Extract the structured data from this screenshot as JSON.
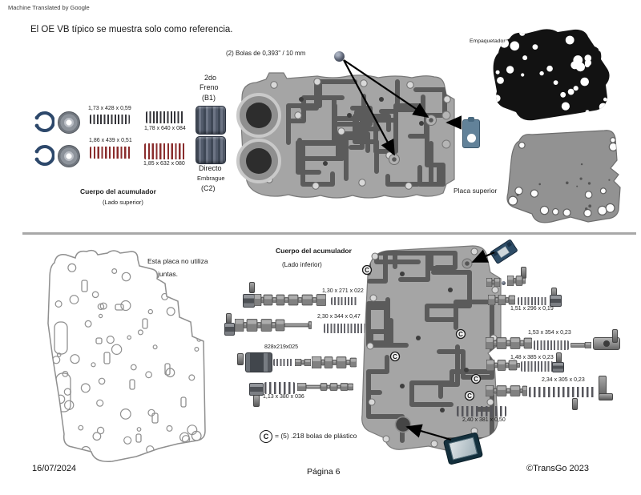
{
  "page": {
    "watermark": "Machine Translated by Google",
    "intro": "El OE VB típico se muestra solo como referencia.",
    "date": "16/07/2024",
    "page_number": "Página 6",
    "copyright": "©TransGo 2023"
  },
  "colors": {
    "spring_dark": "#35353a",
    "spring_red": "#8a2c2c",
    "snap_ring_blue": "#2d486b",
    "gasket_black": "#121212",
    "metal_gray": "#a5a5a5"
  },
  "top": {
    "spring1_label": "1,73 x 428 x 0,59",
    "spring2_label": "1,78 x 640 x 084",
    "spring3_label": "1,86 x 439 x 0,51",
    "spring4_label": "1,85 x 632 x 080",
    "accumulator_title": "Cuerpo del acumulador",
    "accumulator_sub": "(Lado superior)",
    "b1_line1": "2do",
    "b1_line2": "Freno",
    "b1_line3": "(B1)",
    "c2_line1": "Directo",
    "c2_line2": "Embrague",
    "c2_line3": "(C2)",
    "balls_note": "(2) Bolas de 0,393\" / 10 mm",
    "gasket_label": "Empaquetadora",
    "plate_label": "Placa superior"
  },
  "bottom": {
    "plate_note_line1": "Esta placa no utiliza",
    "plate_note_line2": "juntas.",
    "accumulator_title": "Cuerpo del acumulador",
    "accumulator_sub": "(Lado inferior)",
    "spec_130": "1,30 x 271 x 022",
    "spec_230": "2,30 x 344 x 0,47",
    "spec_828": "828x219x025",
    "spec_113": "1,13 x 380 x 036",
    "spec_151": "1,51 x 296 x 0,19",
    "spec_153": "1,53 x 354 x 0,23",
    "spec_148": "1,48 x 385 x 0,23",
    "spec_234": "2,34 x 305 x 0,23",
    "spec_240": "2,40 x 381 x 0,50",
    "marker_symbol": "C",
    "ball_note": "= (5) .218 bolas de plástico"
  }
}
